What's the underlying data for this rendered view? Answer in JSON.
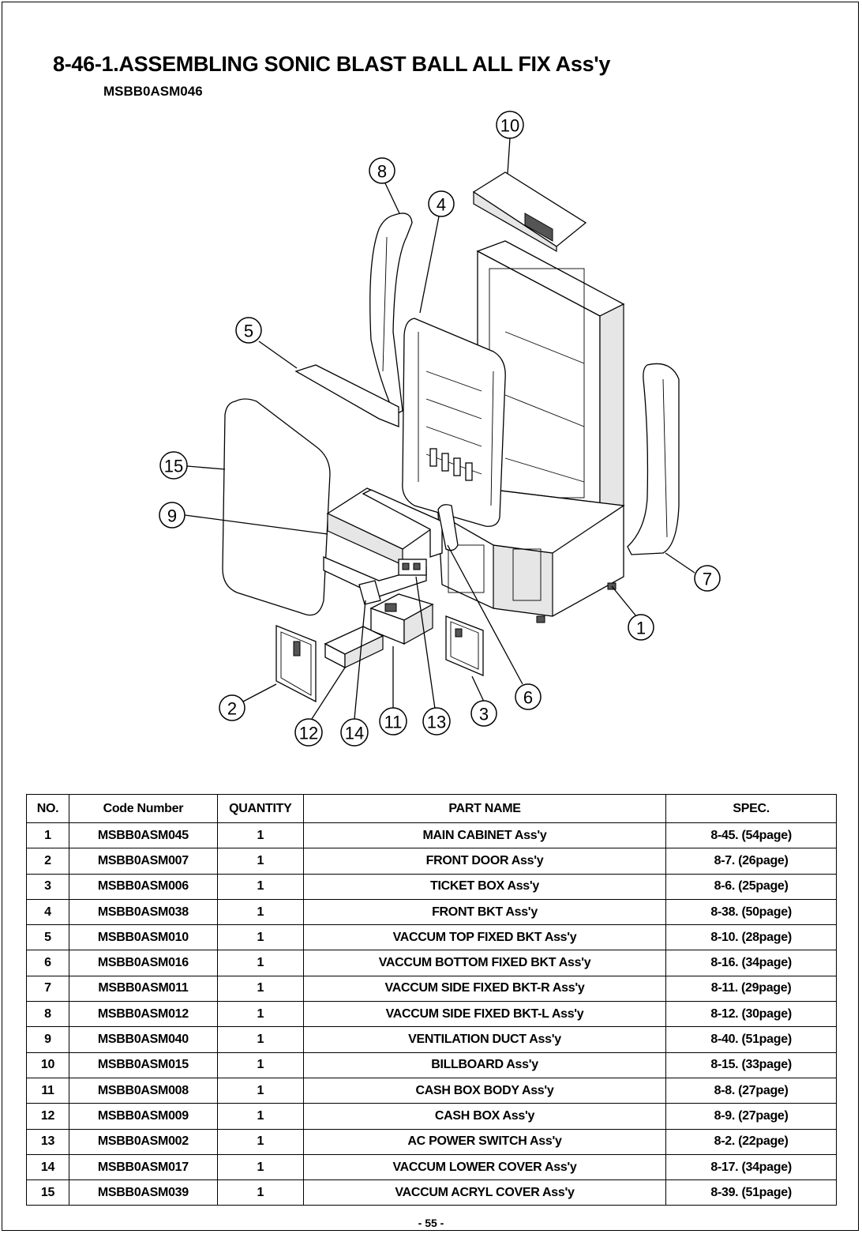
{
  "header": {
    "title": "8-46-1.ASSEMBLING SONIC BLAST BALL ALL FIX Ass'y",
    "code": "MSBB0ASM046"
  },
  "diagram": {
    "callouts": [
      "1",
      "2",
      "3",
      "4",
      "5",
      "6",
      "7",
      "8",
      "9",
      "10",
      "11",
      "12",
      "13",
      "14",
      "15"
    ]
  },
  "table": {
    "headers": [
      "NO.",
      "Code Number",
      "QUANTITY",
      "PART NAME",
      "SPEC."
    ],
    "rows": [
      [
        "1",
        "MSBB0ASM045",
        "1",
        "MAIN CABINET Ass'y",
        "8-45. (54page)"
      ],
      [
        "2",
        "MSBB0ASM007",
        "1",
        "FRONT DOOR Ass'y",
        "8-7. (26page)"
      ],
      [
        "3",
        "MSBB0ASM006",
        "1",
        "TICKET BOX Ass'y",
        "8-6. (25page)"
      ],
      [
        "4",
        "MSBB0ASM038",
        "1",
        "FRONT BKT Ass'y",
        "8-38. (50page)"
      ],
      [
        "5",
        "MSBB0ASM010",
        "1",
        "VACCUM TOP FIXED BKT Ass'y",
        "8-10. (28page)"
      ],
      [
        "6",
        "MSBB0ASM016",
        "1",
        "VACCUM BOTTOM FIXED BKT Ass'y",
        "8-16. (34page)"
      ],
      [
        "7",
        "MSBB0ASM011",
        "1",
        "VACCUM SIDE FIXED BKT-R Ass'y",
        "8-11. (29page)"
      ],
      [
        "8",
        "MSBB0ASM012",
        "1",
        "VACCUM SIDE FIXED BKT-L Ass'y",
        "8-12. (30page)"
      ],
      [
        "9",
        "MSBB0ASM040",
        "1",
        "VENTILATION DUCT Ass'y",
        "8-40. (51page)"
      ],
      [
        "10",
        "MSBB0ASM015",
        "1",
        "BILLBOARD Ass'y",
        "8-15. (33page)"
      ],
      [
        "11",
        "MSBB0ASM008",
        "1",
        "CASH BOX BODY Ass'y",
        "8-8. (27page)"
      ],
      [
        "12",
        "MSBB0ASM009",
        "1",
        "CASH BOX Ass'y",
        "8-9. (27page)"
      ],
      [
        "13",
        "MSBB0ASM002",
        "1",
        "AC POWER SWITCH Ass'y",
        "8-2. (22page)"
      ],
      [
        "14",
        "MSBB0ASM017",
        "1",
        "VACCUM LOWER COVER Ass'y",
        "8-17. (34page)"
      ],
      [
        "15",
        "MSBB0ASM039",
        "1",
        "VACCUM ACRYL COVER Ass'y",
        "8-39. (51page)"
      ]
    ]
  },
  "footer": {
    "page": "- 55 -"
  }
}
